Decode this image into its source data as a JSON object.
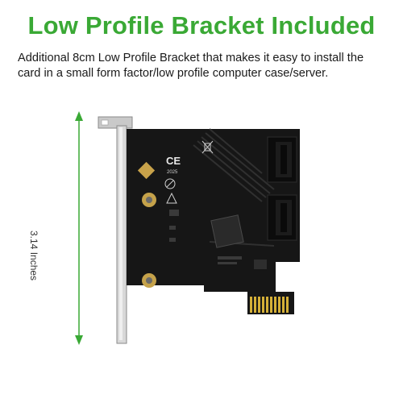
{
  "header": {
    "title": "Low Profile Bracket Included",
    "description": "Additional 8cm Low Profile Bracket that makes it easy to install the card in a small form factor/low profile computer case/server."
  },
  "dimension": {
    "label": "3.14 Inches",
    "color": "#3aa935"
  },
  "product": {
    "board_markings": [
      "CE",
      "2025"
    ],
    "icon_names": [
      "ce-mark-icon",
      "weee-bin-icon",
      "esd-warning-icon",
      "pb-free-icon"
    ]
  }
}
